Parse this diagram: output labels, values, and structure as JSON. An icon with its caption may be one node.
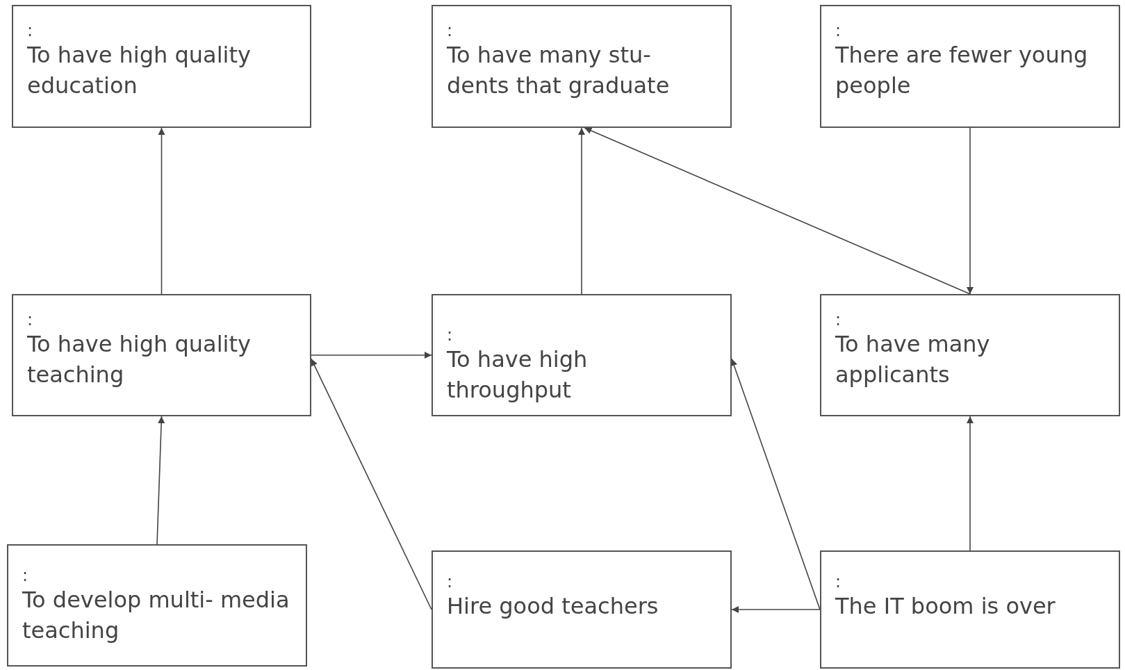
{
  "diagram": {
    "nodes": [
      {
        "text": [
          ":",
          "To have high quality education"
        ]
      },
      {
        "text": [
          ":",
          "To have many stu- dents that graduate"
        ]
      },
      {
        "text": [
          ":",
          "There are fewer young people"
        ]
      },
      {
        "text": [
          ":",
          "To have high quality teaching"
        ]
      },
      {
        "text": [
          ":",
          "To have high throughput"
        ]
      },
      {
        "text": [
          ":",
          "To have many applicants"
        ]
      },
      {
        "text": [
          ":",
          "To develop multi- media teaching"
        ]
      },
      {
        "text": [
          ":",
          "Hire good teachers"
        ]
      },
      {
        "text": [
          ":",
          "The IT boom is over"
        ]
      }
    ],
    "edges": [
      {
        "from": 3,
        "to": 0,
        "arrow": "to"
      },
      {
        "from": 4,
        "to": 1,
        "arrow": "to"
      },
      {
        "from": 5,
        "to": 1,
        "arrow": "to"
      },
      {
        "from": 2,
        "to": 5,
        "arrow": "to"
      },
      {
        "from": 3,
        "to": 4,
        "arrow": "to"
      },
      {
        "from": 7,
        "to": 3,
        "arrow": "to"
      },
      {
        "from": 8,
        "to": 4,
        "arrow": "to"
      },
      {
        "from": 8,
        "to": 7,
        "arrow": "to"
      },
      {
        "from": 8,
        "to": 5,
        "arrow": "to"
      },
      {
        "from": 6,
        "to": 3,
        "arrow": "to"
      }
    ]
  }
}
